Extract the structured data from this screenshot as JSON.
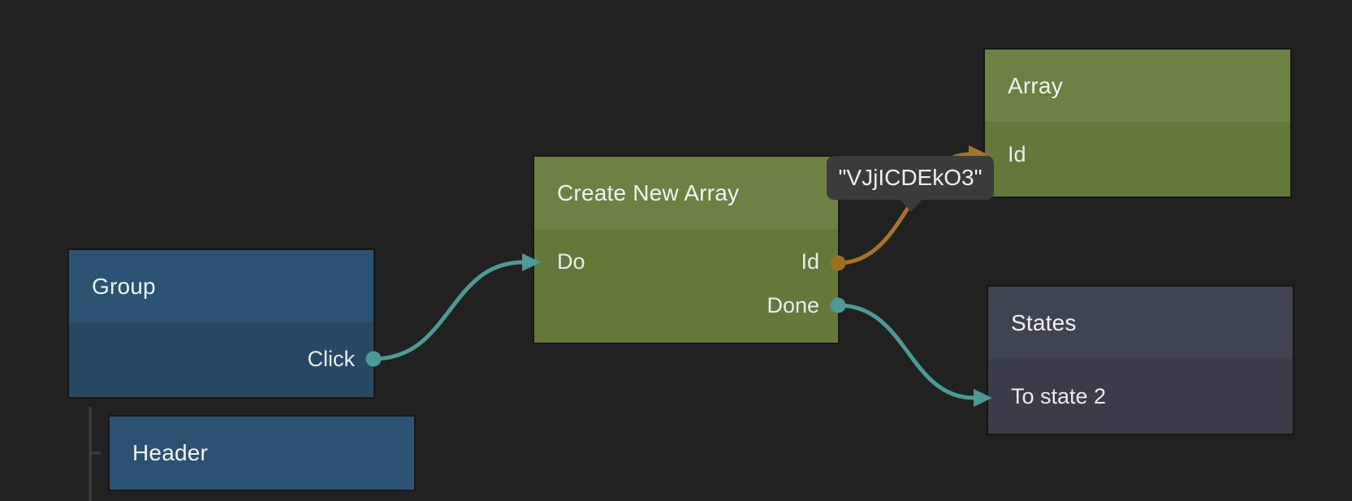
{
  "palette": {
    "canvas_background": "#212121",
    "blue_node_header": "#2c5273",
    "blue_node_body": "#274864",
    "green_node_header": "#6d8144",
    "green_node_body": "#647939",
    "slate_node_header": "#3e4450",
    "slate_node_body": "#383d47",
    "signal_connection": "#4a9b96",
    "data_connection": "#a5761f",
    "data_port_dot": "#9c6e20",
    "tree_line": "#3f3f3f",
    "tooltip_background": "#3b3b3b"
  },
  "nodes": {
    "group": {
      "title": "Group",
      "outputs": [
        {
          "label": "Click",
          "type": "signal"
        }
      ]
    },
    "create_new_array": {
      "title": "Create New Array",
      "inputs": [
        {
          "label": "Do",
          "type": "signal"
        }
      ],
      "outputs": [
        {
          "label": "Id",
          "type": "data"
        },
        {
          "label": "Done",
          "type": "signal"
        }
      ]
    },
    "array": {
      "title": "Array",
      "inputs": [
        {
          "label": "Id",
          "type": "data"
        }
      ]
    },
    "states": {
      "title": "States",
      "inputs": [
        {
          "label": "To state 2",
          "type": "signal"
        }
      ]
    },
    "header": {
      "title": "Header"
    }
  },
  "connections": [
    {
      "from": "Group.Click",
      "to": "Create New Array.Do",
      "type": "signal"
    },
    {
      "from": "Create New Array.Id",
      "to": "Array.Id",
      "type": "data",
      "value": "\"VJjICDEkO3\""
    },
    {
      "from": "Create New Array.Done",
      "to": "States.To state 2",
      "type": "signal"
    }
  ],
  "tooltip": {
    "text": "\"VJjICDEkO3\""
  }
}
